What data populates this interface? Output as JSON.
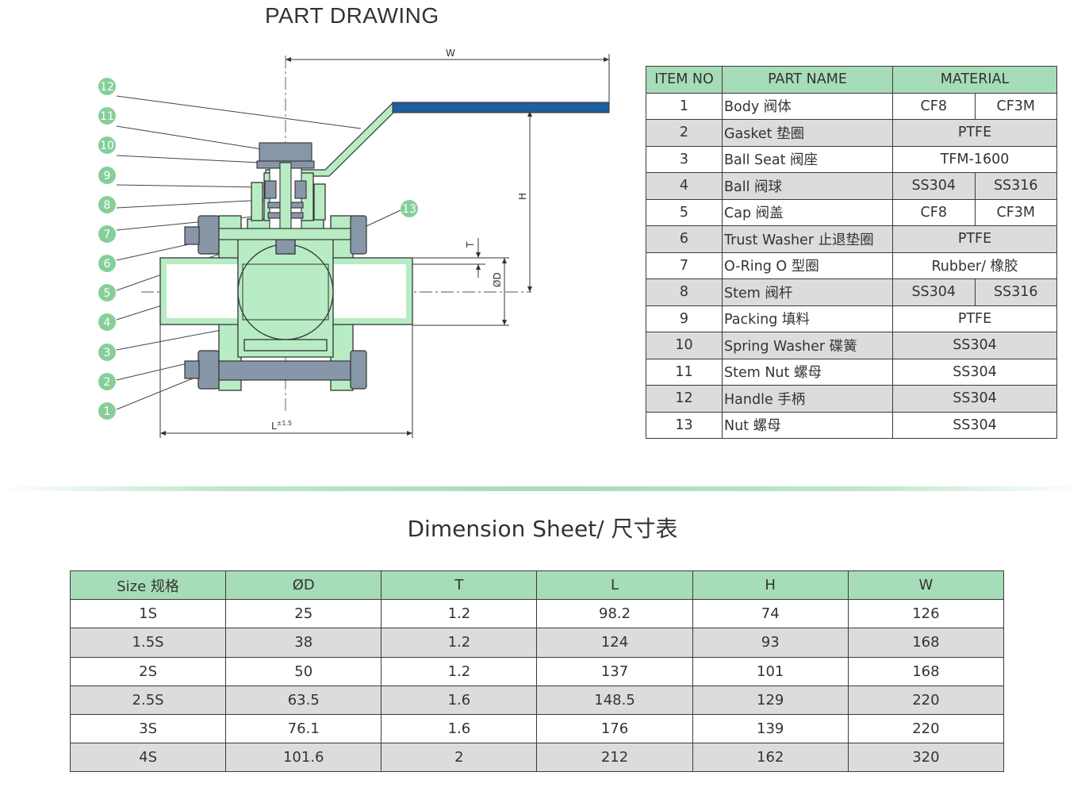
{
  "part_drawing": {
    "title": "PART DRAWING",
    "dim_labels": {
      "w": "W",
      "h": "H",
      "t": "T",
      "d": "ØD",
      "l": "L",
      "l_tol": "±1.5"
    },
    "callouts": [
      "12",
      "11",
      "10",
      "9",
      "8",
      "7",
      "6",
      "5",
      "4",
      "3",
      "2",
      "1",
      "13"
    ],
    "colors": {
      "body": "#b8ecc4",
      "bolt": "#8797a8",
      "handle": "#1f5f9c",
      "callout": "#86cf9a"
    }
  },
  "parts_table": {
    "headers": {
      "item": "ITEM NO",
      "name": "PART NAME",
      "material": "MATERIAL"
    },
    "rows": [
      {
        "no": "1",
        "name": "Body 阀体",
        "m1": "CF8",
        "m2": "CF3M"
      },
      {
        "no": "2",
        "name": "Gasket 垫圈",
        "m1": "PTFE",
        "m2": null
      },
      {
        "no": "3",
        "name": "Ball Seat 阀座",
        "m1": "TFM-1600",
        "m2": null
      },
      {
        "no": "4",
        "name": "Ball 阀球",
        "m1": "SS304",
        "m2": "SS316"
      },
      {
        "no": "5",
        "name": "Cap 阀盖",
        "m1": "CF8",
        "m2": "CF3M"
      },
      {
        "no": "6",
        "name": "Trust Washer 止退垫圈",
        "m1": "PTFE",
        "m2": null
      },
      {
        "no": "7",
        "name": "O-Ring O 型圈",
        "m1": "Rubber/ 橡胶",
        "m2": null
      },
      {
        "no": "8",
        "name": "Stem 阀杆",
        "m1": "SS304",
        "m2": "SS316"
      },
      {
        "no": "9",
        "name": "Packing 填料",
        "m1": "PTFE",
        "m2": null
      },
      {
        "no": "10",
        "name": "Spring Washer 碟簧",
        "m1": "SS304",
        "m2": null
      },
      {
        "no": "11",
        "name": "Stem Nut 螺母",
        "m1": "SS304",
        "m2": null
      },
      {
        "no": "12",
        "name": "Handle 手柄",
        "m1": "SS304",
        "m2": null
      },
      {
        "no": "13",
        "name": "Nut 螺母",
        "m1": "SS304",
        "m2": null
      }
    ]
  },
  "dimension_sheet": {
    "title": "Dimension Sheet/ 尺寸表",
    "headers": [
      "Size 规格",
      "ØD",
      "T",
      "L",
      "H",
      "W"
    ],
    "rows": [
      [
        "1S",
        "25",
        "1.2",
        "98.2",
        "74",
        "126"
      ],
      [
        "1.5S",
        "38",
        "1.2",
        "124",
        "93",
        "168"
      ],
      [
        "2S",
        "50",
        "1.2",
        "137",
        "101",
        "168"
      ],
      [
        "2.5S",
        "63.5",
        "1.6",
        "148.5",
        "129",
        "220"
      ],
      [
        "3S",
        "76.1",
        "1.6",
        "176",
        "139",
        "220"
      ],
      [
        "4S",
        "101.6",
        "2",
        "212",
        "162",
        "320"
      ]
    ]
  }
}
